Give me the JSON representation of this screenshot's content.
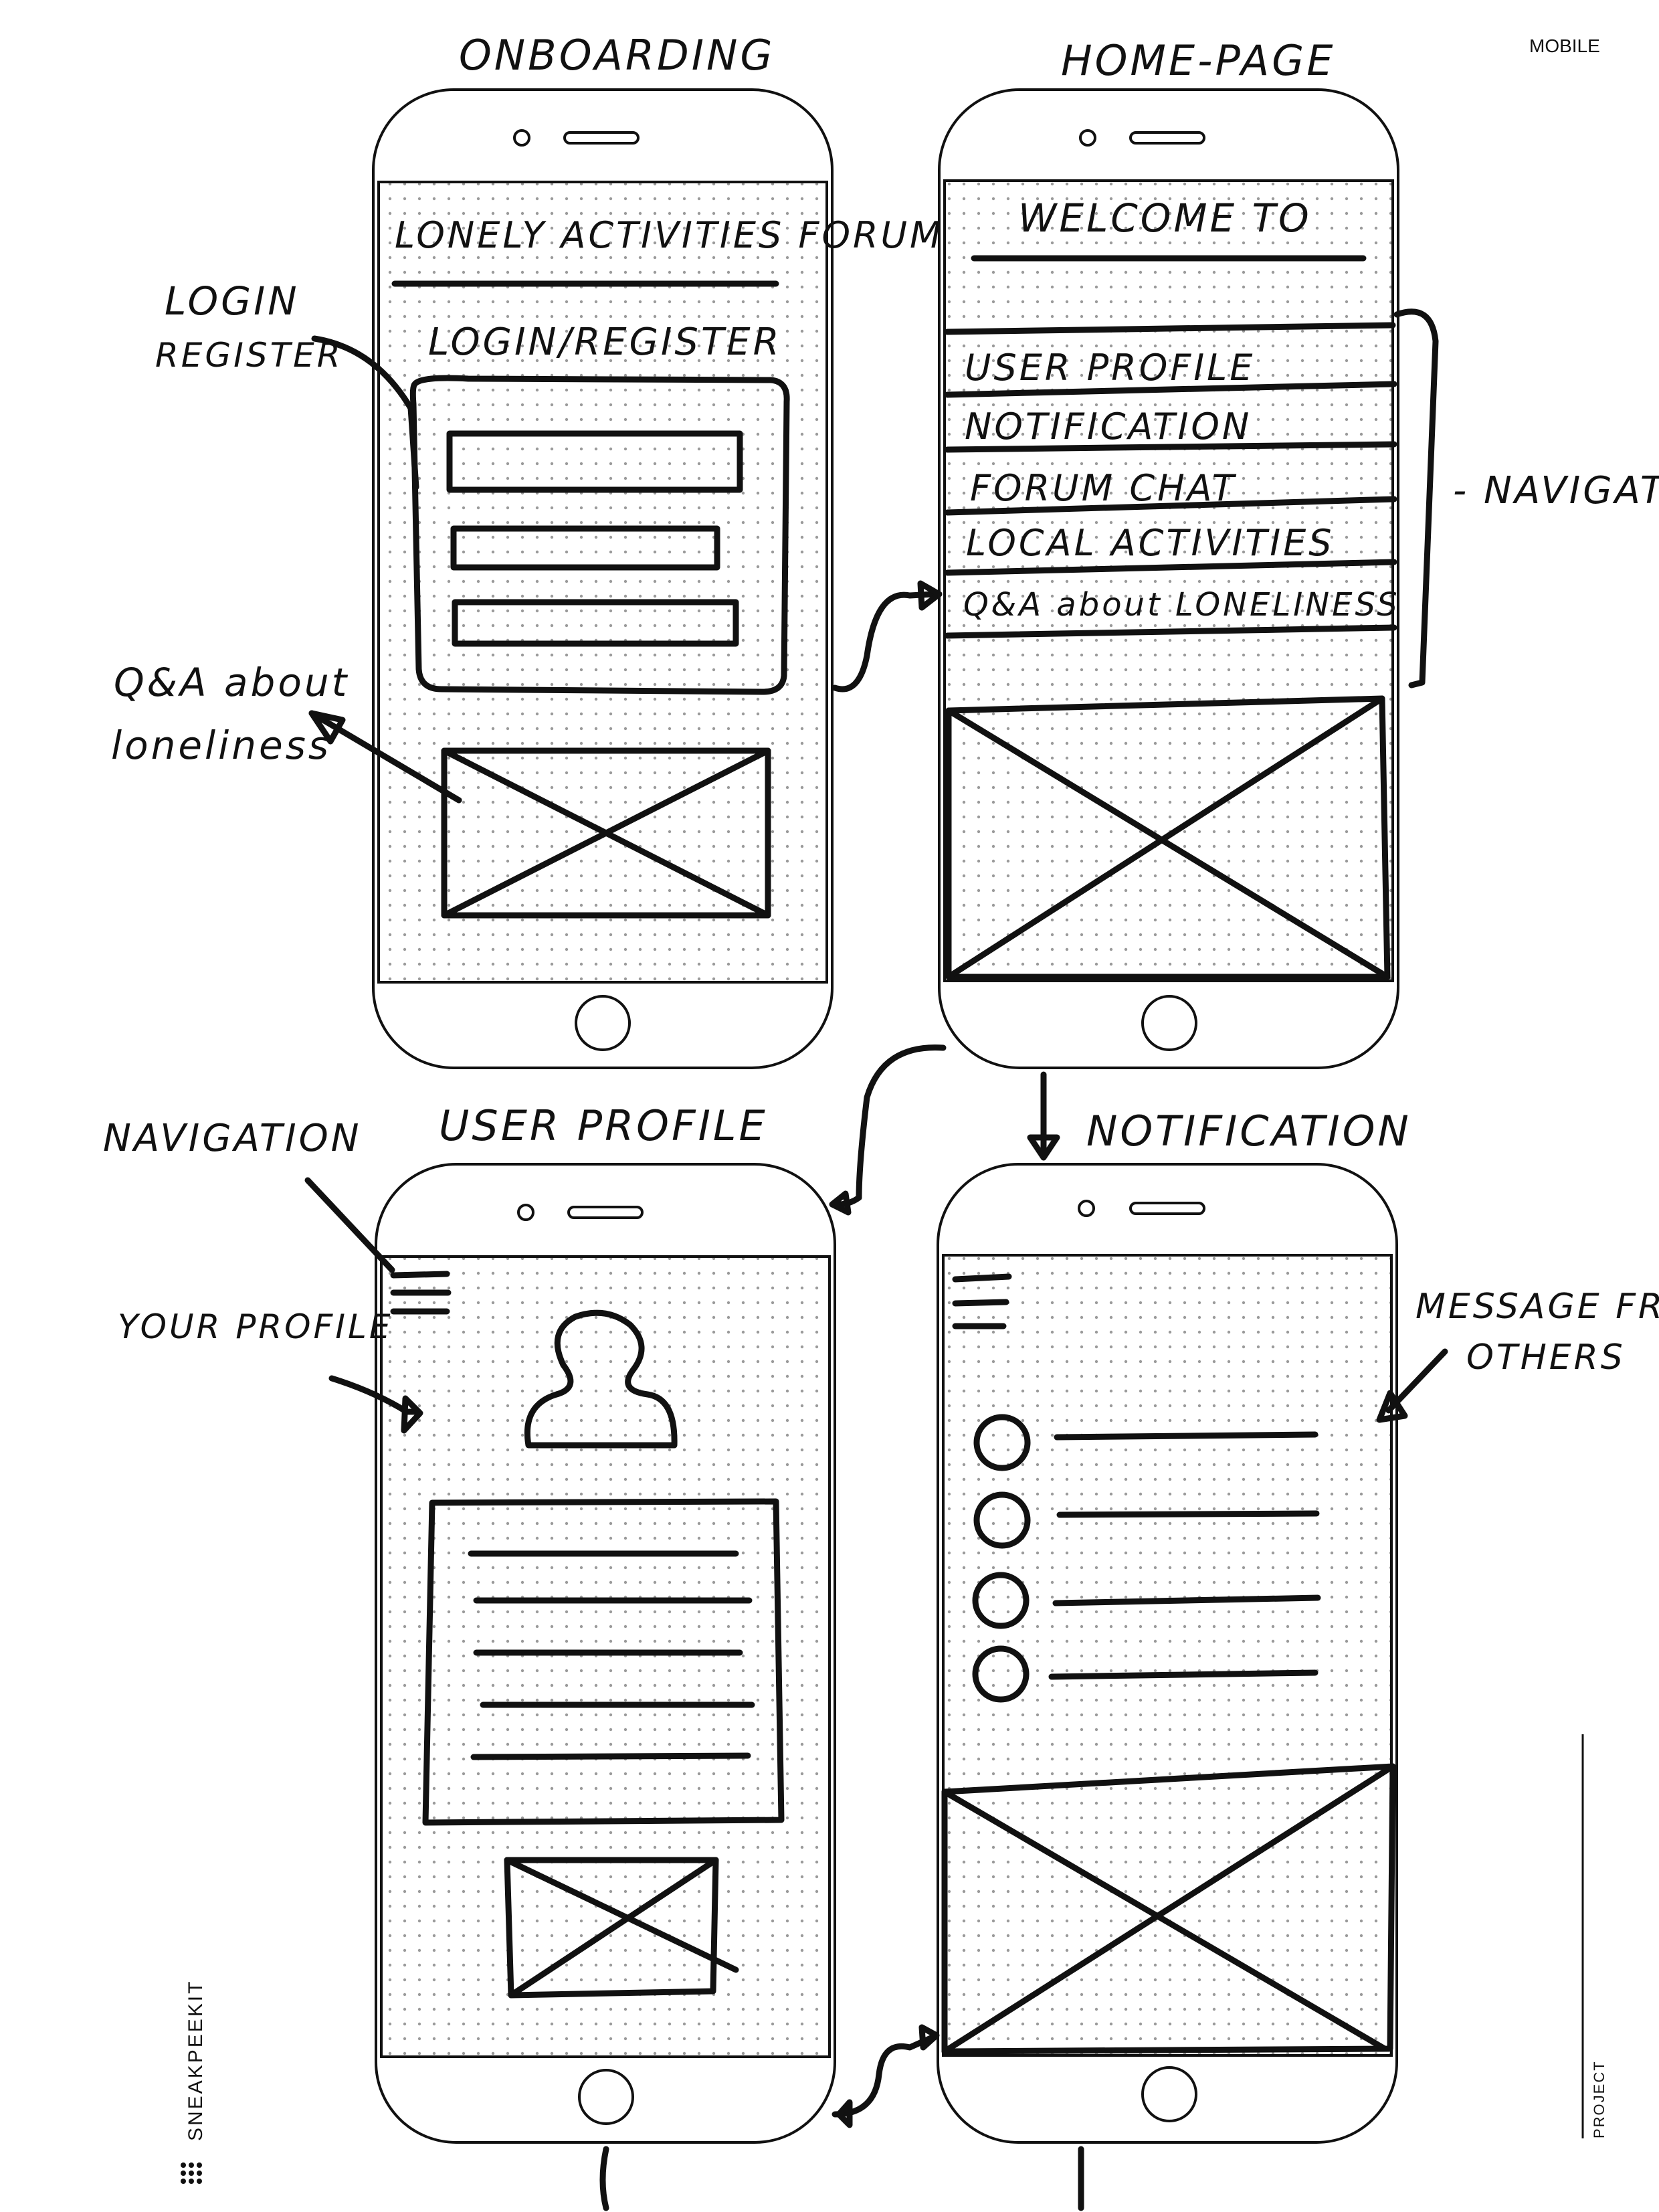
{
  "sheet": {
    "corner_label": "MOBILE",
    "brand": "SNEAKPEEKIT",
    "project_label": "PROJECT"
  },
  "screens": {
    "onboarding": {
      "title": "ONBOARDING",
      "app_name": "LONELY ACTIVITIES FORUM",
      "section_label": "LOGIN/REGISTER"
    },
    "home": {
      "title": "HOME-PAGE",
      "welcome": "WELCOME TO",
      "menu_items": [
        "USER PROFILE",
        "NOTIFICATION",
        "FORUM CHAT",
        "LOCAL ACTIVITIES",
        "Q&A about LONELINESS"
      ]
    },
    "profile": {
      "title": "USER PROFILE"
    },
    "notification": {
      "title": "NOTIFICATION"
    }
  },
  "annotations": {
    "login_register": [
      "LOGIN",
      "REGISTER"
    ],
    "qa": [
      "Q&A about",
      "loneliness"
    ],
    "navigation_right": "- NAVIGATIO",
    "navigation_left": "NAVIGATION",
    "your_profile": "YOUR PROFILE",
    "messages": [
      "MESSAGE FRO",
      "OTHERS"
    ]
  }
}
